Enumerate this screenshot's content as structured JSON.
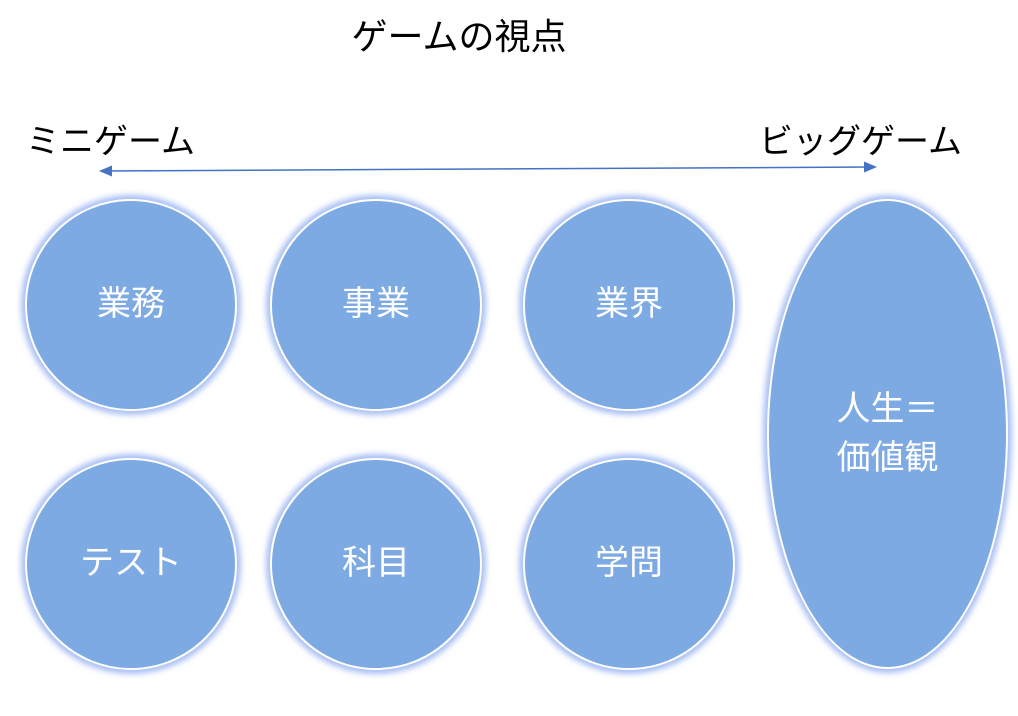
{
  "title": "ゲームの視点",
  "scale": {
    "left_label": "ミニゲーム",
    "right_label": "ビッグゲーム",
    "arrow_color": "#4472c4"
  },
  "nodes": [
    {
      "label": "業務"
    },
    {
      "label": "事業"
    },
    {
      "label": "業界"
    },
    {
      "label": "テスト"
    },
    {
      "label": "科目"
    },
    {
      "label": "学問"
    },
    {
      "label": "人生＝\n価値観"
    }
  ],
  "colors": {
    "node_fill": "#7eaae3",
    "node_border": "#ffffff",
    "node_text": "#ffffff"
  }
}
